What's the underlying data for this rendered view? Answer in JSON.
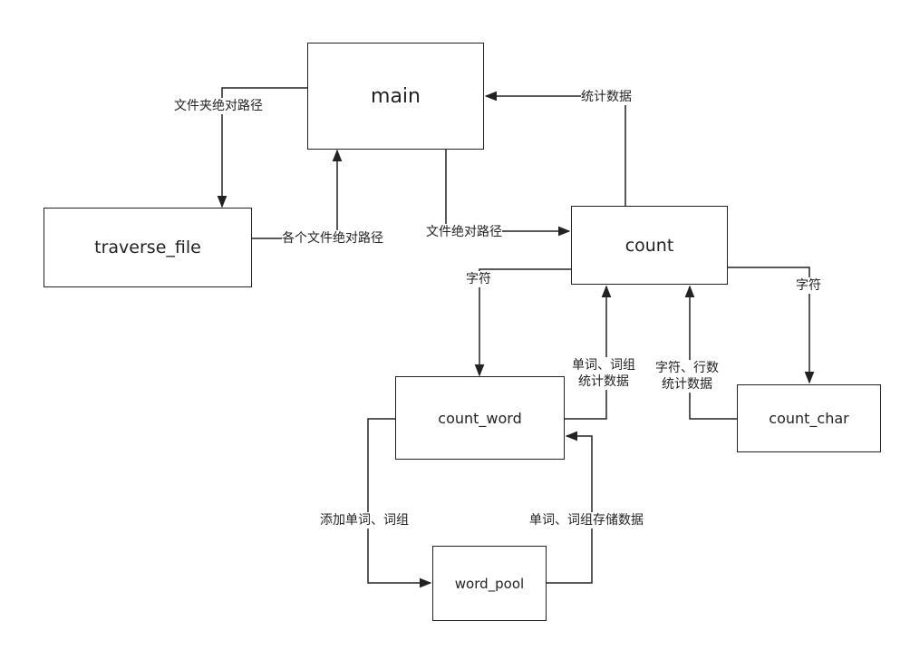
{
  "nodes": {
    "main": "main",
    "traverse_file": "traverse_file",
    "count": "count",
    "count_word": "count_word",
    "count_char": "count_char",
    "word_pool": "word_pool"
  },
  "edges": {
    "main_to_traverse": "文件夹绝对路径",
    "traverse_to_main": "各个文件绝对路径",
    "main_to_count": "文件绝对路径",
    "count_to_main": "统计数据",
    "count_to_count_word": "字符",
    "count_to_count_char": "字符",
    "count_word_to_count": [
      "单词、词组",
      "统计数据"
    ],
    "count_char_to_count": [
      "字符、行数",
      "统计数据"
    ],
    "count_word_to_word_pool": "添加单词、词组",
    "word_pool_to_count_word": "单词、词组存储数据"
  },
  "colors": {
    "line": "#222222",
    "background": "#ffffff"
  }
}
